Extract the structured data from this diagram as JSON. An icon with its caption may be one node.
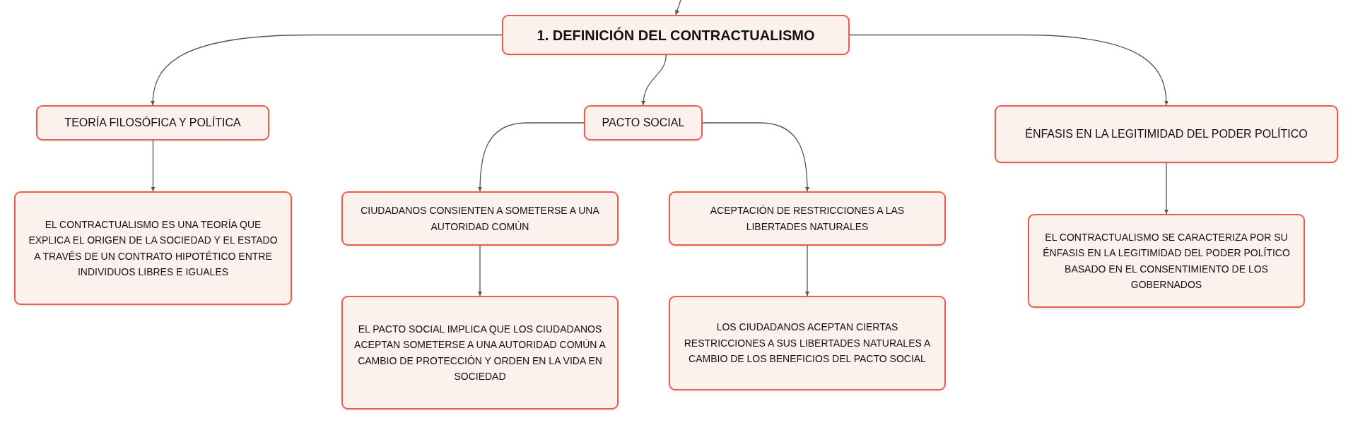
{
  "diagram": {
    "nodes": [
      {
        "text": [
          "1. DEFINICIÓN DEL CONTRACTUALISMO"
        ]
      },
      {
        "text": [
          "TEORÍA FILOSÓFICA Y POLÍTICA"
        ]
      },
      {
        "text": [
          "PACTO SOCIAL"
        ]
      },
      {
        "text": [
          "ÉNFASIS EN LA LEGITIMIDAD DEL PODER POLÍTICO"
        ]
      },
      {
        "text": [
          "EL CONTRACTUALISMO ES UNA TEORÍA QUE EXPLICA EL ORIGEN DE LA SOCIEDAD Y EL ESTADO A TRAVÉS DE UN CONTRATO HIPOTÉTICO ENTRE INDIVIDUOS LIBRES E IGUALES"
        ]
      },
      {
        "text": [
          "CIUDADANOS CONSIENTEN A SOMETERSE A UNA AUTORIDAD COMÚN"
        ]
      },
      {
        "text": [
          "ACEPTACIÓN DE RESTRICCIONES A LAS LIBERTADES NATURALES"
        ]
      },
      {
        "text": [
          "EL PACTO SOCIAL IMPLICA QUE LOS CIUDADANOS ACEPTAN SOMETERSE A UNA AUTORIDAD COMÚN A CAMBIO DE PROTECCIÓN Y ORDEN EN LA VIDA EN SOCIEDAD"
        ]
      },
      {
        "text": [
          "LOS CIUDADANOS ACEPTAN CIERTAS RESTRICCIONES A SUS LIBERTADES NATURALES A CAMBIO DE LOS BENEFICIOS DEL PACTO SOCIAL"
        ]
      },
      {
        "text": [
          "EL CONTRACTUALISMO SE CARACTERIZA POR SU ÉNFASIS EN LA LEGITIMIDAD DEL PODER POLÍTICO BASADO EN EL CONSENTIMIENTO DE LOS GOBERNADOS"
        ]
      }
    ],
    "edges": [
      {
        "from": null,
        "to": 0,
        "arrow": "to"
      },
      {
        "from": 0,
        "to": 1,
        "arrow": "to"
      },
      {
        "from": 0,
        "to": 2,
        "arrow": "to"
      },
      {
        "from": 0,
        "to": 3,
        "arrow": "to"
      },
      {
        "from": 1,
        "to": 4,
        "arrow": "to"
      },
      {
        "from": 2,
        "to": 5,
        "arrow": "to"
      },
      {
        "from": 2,
        "to": 6,
        "arrow": "to"
      },
      {
        "from": 5,
        "to": 7,
        "arrow": "to"
      },
      {
        "from": 6,
        "to": 8,
        "arrow": "to"
      },
      {
        "from": 3,
        "to": 9,
        "arrow": "to"
      }
    ]
  }
}
